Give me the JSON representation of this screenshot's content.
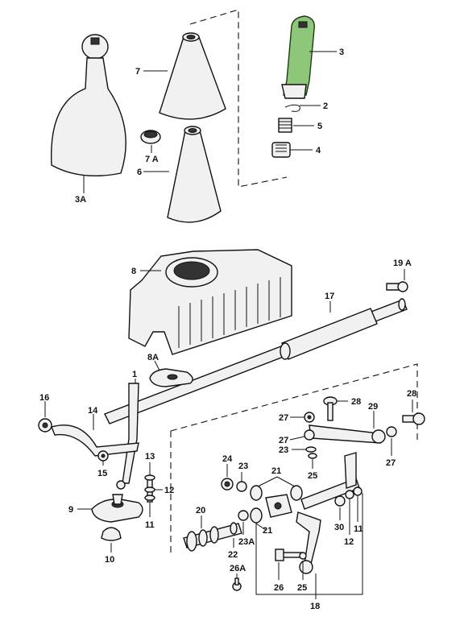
{
  "labels": {
    "l_3A": "3A",
    "l_7": "7",
    "l_7A": "7 A",
    "l_6": "6",
    "l_3": "3",
    "l_2": "2",
    "l_5": "5",
    "l_4": "4",
    "l_8": "8",
    "l_19A": "19 A",
    "l_17": "17",
    "l_8A": "8A",
    "l_1": "1",
    "l_16": "16",
    "l_14": "14",
    "l_15": "15",
    "l_13": "13",
    "l_12a": "12",
    "l_11a": "11",
    "l_9": "9",
    "l_10": "10",
    "l_28a": "28",
    "l_28b": "28",
    "l_27a": "27",
    "l_29": "29",
    "l_27b": "27",
    "l_27c": "27",
    "l_23a": "23",
    "l_25a": "25",
    "l_24": "24",
    "l_23b": "23",
    "l_21a": "21",
    "l_20": "20",
    "l_22": "22",
    "l_23A": "23A",
    "l_21b": "21",
    "l_30": "30",
    "l_12b": "12",
    "l_11b": "11",
    "l_26A": "26A",
    "l_26": "26",
    "l_25b": "25",
    "l_18": "18"
  },
  "colors": {
    "highlight": "#8fc77a",
    "line": "#111111",
    "fill": "#f1f1f1"
  }
}
